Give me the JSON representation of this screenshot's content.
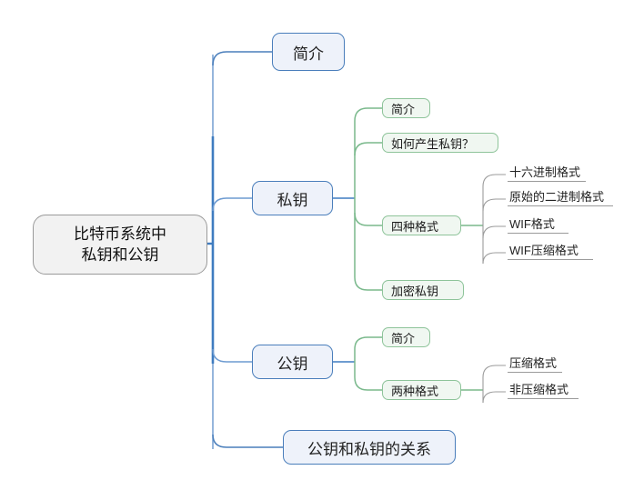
{
  "document": {
    "type": "mind-map",
    "background_color": "#ffffff",
    "title": "比特币系统中私钥和公钥"
  },
  "colors": {
    "root_fill": "#f2f2f2",
    "root_border": "#9a9a9a",
    "level1_fill": "#eef2fa",
    "level1_border": "#4a7ebb",
    "level1_link": "#3f7cc0",
    "level2_fill": "#f0f7f1",
    "level2_border": "#8ec49a",
    "level2_link": "#7ab98c",
    "leaf_underline": "#9b9b9b",
    "leaf_link": "#9b9b9b",
    "text": "#1a1a1a"
  },
  "root": {
    "label_line1": "比特币系统中",
    "label_line2": "私钥和公钥"
  },
  "branches": [
    {
      "label": "简介",
      "children": []
    },
    {
      "label": "私钥",
      "children": [
        {
          "label": "简介",
          "children": []
        },
        {
          "label": "如何产生私钥？",
          "children": []
        },
        {
          "label": "四种格式",
          "children": [
            {
              "label": "十六进制格式"
            },
            {
              "label": "原始的二进制格式"
            },
            {
              "label": "WIF格式"
            },
            {
              "label": "WIF压缩格式"
            }
          ]
        },
        {
          "label": "加密私钥",
          "children": []
        }
      ]
    },
    {
      "label": "公钥",
      "children": [
        {
          "label": "简介",
          "children": []
        },
        {
          "label": "两种格式",
          "children": [
            {
              "label": "压缩格式"
            },
            {
              "label": "非压缩格式"
            }
          ]
        }
      ]
    },
    {
      "label": "公钥和私钥的关系",
      "children": []
    }
  ]
}
